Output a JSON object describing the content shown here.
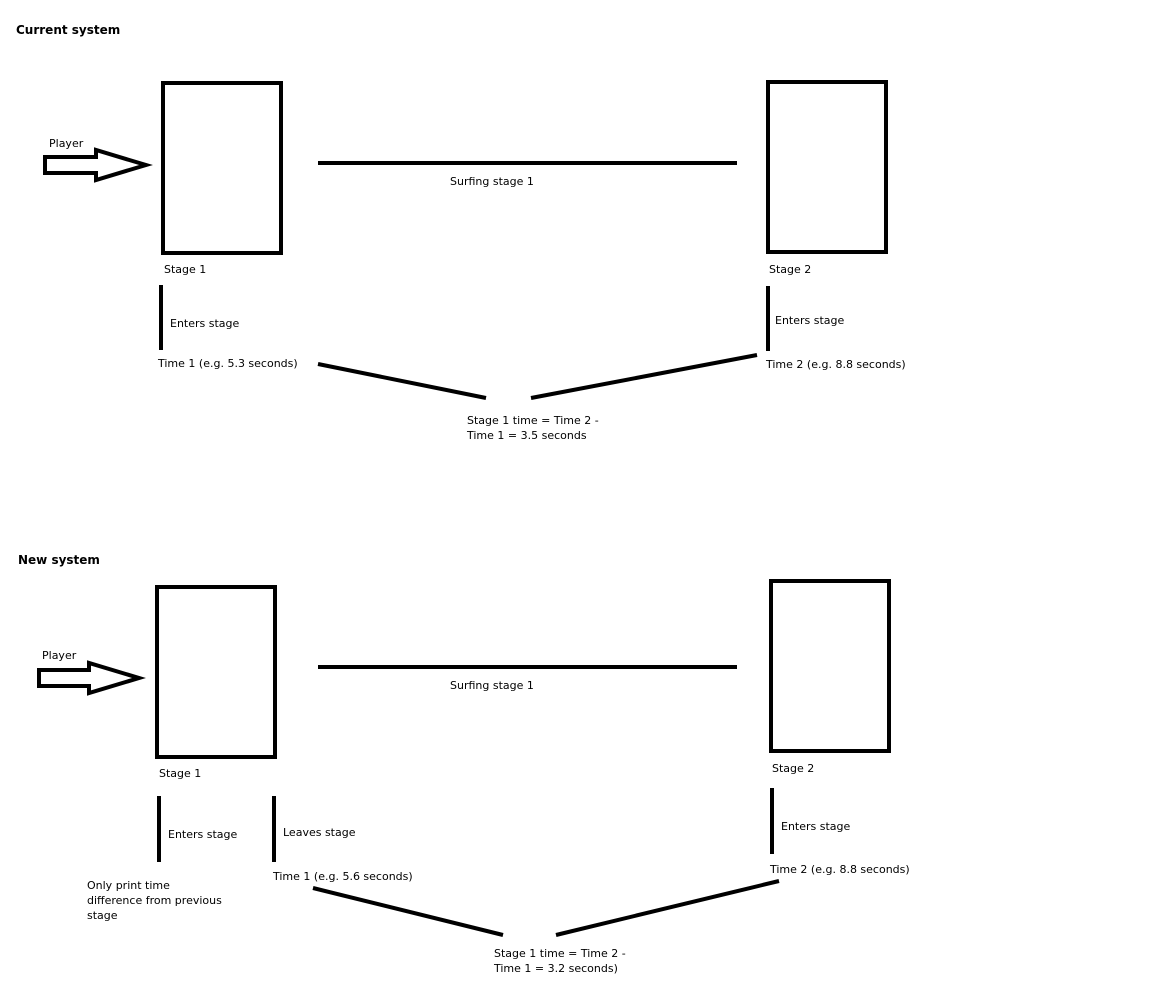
{
  "current": {
    "heading": "Current system",
    "player_label": "Player",
    "surfing_label": "Surfing stage 1",
    "stage1_label": "Stage 1",
    "stage2_label": "Stage 2",
    "enters_stage1": "Enters stage",
    "enters_stage2": "Enters stage",
    "time1": "Time 1 (e.g. 5.3 seconds)",
    "time2": "Time 2 (e.g. 8.8 seconds)",
    "result_line1": "Stage 1 time = Time 2 -",
    "result_line2": "Time 1 = 3.5 seconds"
  },
  "new": {
    "heading": "New system",
    "player_label": "Player",
    "surfing_label": "Surfing stage 1",
    "stage1_label": "Stage 1",
    "stage2_label": "Stage 2",
    "enters_stage1": "Enters stage",
    "leaves_stage1": "Leaves stage",
    "enters_stage2": "Enters stage",
    "note_line1": "Only print time",
    "note_line2": "difference from previous",
    "note_line3": "stage",
    "time1": "Time 1 (e.g. 5.6 seconds)",
    "time2": "Time 2 (e.g. 8.8 seconds)",
    "result_line1": "Stage 1 time = Time 2 -",
    "result_line2": "Time 1 = 3.2 seconds)"
  }
}
